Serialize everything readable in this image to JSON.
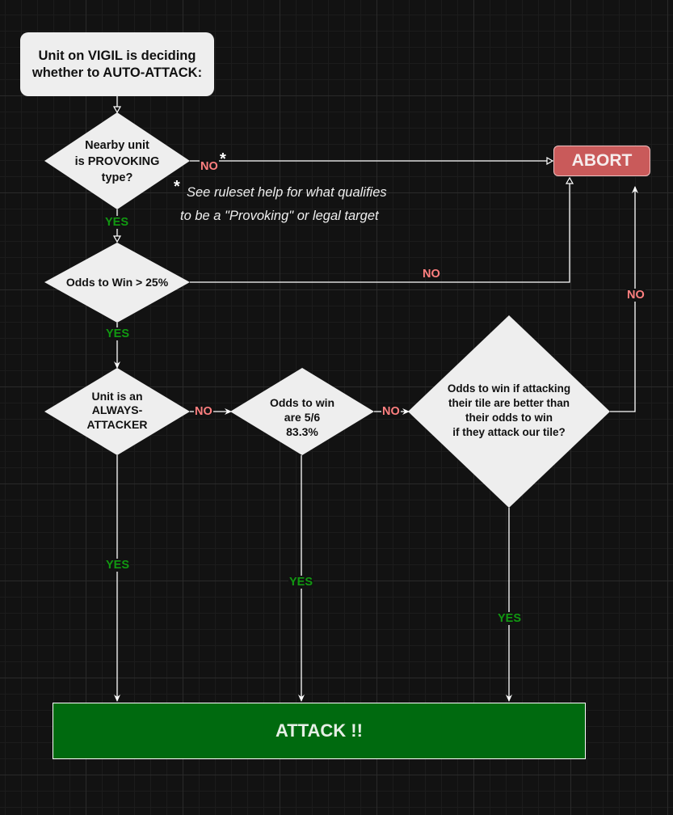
{
  "diagram": {
    "start": {
      "text": "Unit on VIGIL is deciding\nwhether to AUTO-ATTACK:"
    },
    "decisions": [
      {
        "id": "provoking",
        "text": "Nearby unit\nis PROVOKING\ntype?"
      },
      {
        "id": "odds25",
        "text": "Odds to Win > 25%"
      },
      {
        "id": "always_attacker",
        "text": "Unit is an\nALWAYS-\nATTACKER"
      },
      {
        "id": "odds56",
        "text": "Odds to win\nare 5/6\n83.3%"
      },
      {
        "id": "compare_odds",
        "text": "Odds to win if attacking\ntheir tile are better than\ntheir odds to win\nif they attack our tile?"
      }
    ],
    "outcomes": {
      "abort": "ABORT",
      "attack": "ATTACK !!"
    },
    "edge_labels": {
      "provoking_no": "NO",
      "provoking_yes": "YES",
      "odds25_no": "NO",
      "odds25_yes": "YES",
      "always_no": "NO",
      "always_yes": "YES",
      "odds56_no": "NO",
      "odds56_yes": "YES",
      "compare_no": "NO",
      "compare_yes": "YES"
    },
    "footnote": {
      "marker": "*",
      "line1": "See ruleset help for what qualifies",
      "line2": "to be a \"Provoking\" or legal target"
    },
    "colors": {
      "background": "#121212",
      "node_fill": "#eeeeee",
      "abort_fill": "#c95a5a",
      "attack_fill": "#006a0f",
      "no_label": "#ff8080",
      "yes_label": "#119911",
      "edge": "#ffffff"
    }
  }
}
